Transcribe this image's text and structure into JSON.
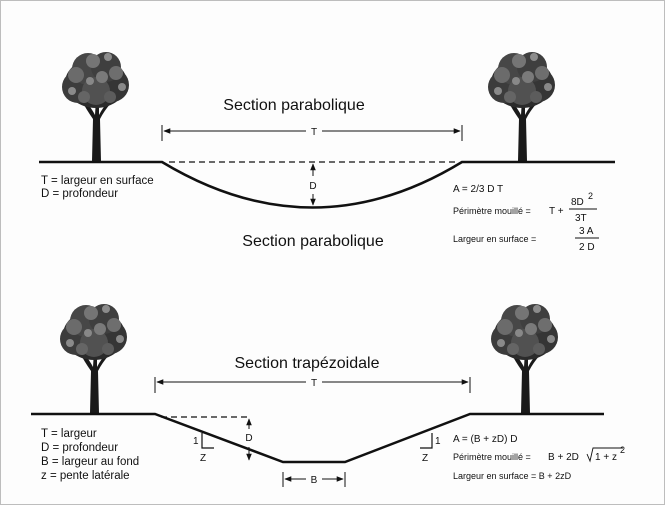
{
  "top": {
    "title": "Section parabolique",
    "subtitle": "Section parabolique",
    "label_T": "T",
    "label_D": "D",
    "legend": [
      "T = largeur en surface",
      "D = profondeur"
    ],
    "formula_area": "A = 2/3 D T",
    "perimeter_label": "Périmètre mouillé =",
    "perimeter_T": "T +",
    "perimeter_num": "8D",
    "perimeter_exp": "2",
    "perimeter_den": "3T",
    "width_label": "Largeur en surface =",
    "width_num": "3 A",
    "width_den": "2 D"
  },
  "bottom": {
    "title": "Section trapézoidale",
    "label_T": "T",
    "label_D": "D",
    "label_B": "B",
    "slope_left_1": "1",
    "slope_left_z": "Z",
    "slope_right_1": "1",
    "slope_right_z": "Z",
    "legend": [
      "T = largeur",
      "D = profondeur",
      "B = largeur au fond",
      "z = pente latérale"
    ],
    "formula_area": "A = (B + zD) D",
    "perimeter_label": "Périmètre mouillé =",
    "perimeter_expr": "B + 2D",
    "perimeter_radicand": "1 + z",
    "perimeter_exp": "2",
    "width_formula": "Largeur en surface = B + 2zD"
  }
}
